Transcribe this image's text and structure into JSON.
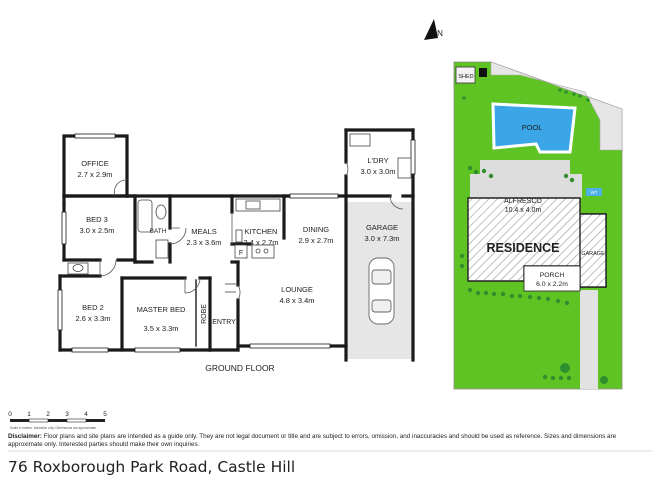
{
  "floor_label": "GROUND FLOOR",
  "compass": "N",
  "rooms": [
    {
      "key": "office",
      "name": "OFFICE",
      "dims": "2.7 x 2.9m"
    },
    {
      "key": "bed3",
      "name": "BED 3",
      "dims": "3.0 x 2.5m"
    },
    {
      "key": "bath",
      "name": "BATH",
      "dims": ""
    },
    {
      "key": "meals",
      "name": "MEALS",
      "dims": "2.3 x 3.6m"
    },
    {
      "key": "kitchen",
      "name": "KITCHEN",
      "dims": "2.4 x 2.7m"
    },
    {
      "key": "dining",
      "name": "DINING",
      "dims": "2.9 x 2.7m"
    },
    {
      "key": "ldry",
      "name": "L'DRY",
      "dims": "3.0 x 3.0m"
    },
    {
      "key": "garage",
      "name": "GARAGE",
      "dims": "3.0 x 7.3m"
    },
    {
      "key": "bed2",
      "name": "BED 2",
      "dims": "2.6 x 3.3m"
    },
    {
      "key": "master",
      "name": "MASTER BED",
      "dims": "3.5 x 3.3m"
    },
    {
      "key": "lounge",
      "name": "LOUNGE",
      "dims": "4.8 x 3.4m"
    },
    {
      "key": "robe",
      "name": "ROBE",
      "dims": ""
    },
    {
      "key": "entry",
      "name": "ENTRY",
      "dims": ""
    },
    {
      "key": "fridge",
      "name": "F",
      "dims": ""
    }
  ],
  "site": {
    "shed": "SHED",
    "pool": "POOL",
    "alfresco": {
      "name": "ALFRESCO",
      "dims": "10.4 x 4.0m"
    },
    "residence": "RESIDENCE",
    "garage": "GARAGE",
    "porch": {
      "name": "PORCH",
      "dims": "6.0 x 2.2m"
    },
    "wt": "WT"
  },
  "scale": {
    "ticks": [
      "0",
      "1",
      "2",
      "3",
      "4",
      "5"
    ],
    "fine_print": "Scale in meters. Indicative only. Dimensions are approximate."
  },
  "disclaimer": {
    "label": "Disclaimer:",
    "text": " Floor plans and site plans are intended as a guide only. They are not legal document or title and are subject to errors, omission, and inaccuracies and should be used as reference. Sizes and dimensions are approximate only. Interested parties should make their own inquiries."
  },
  "address": "76 Roxborough Park Road, Castle Hill",
  "colors": {
    "wall": "#1a1a1a",
    "lawn": "#5fc423",
    "pool": "#3aa6e8",
    "garage_floor": "#e4e4e4",
    "paving": "#dcdcdc",
    "hedge": "#3a9a3a"
  }
}
